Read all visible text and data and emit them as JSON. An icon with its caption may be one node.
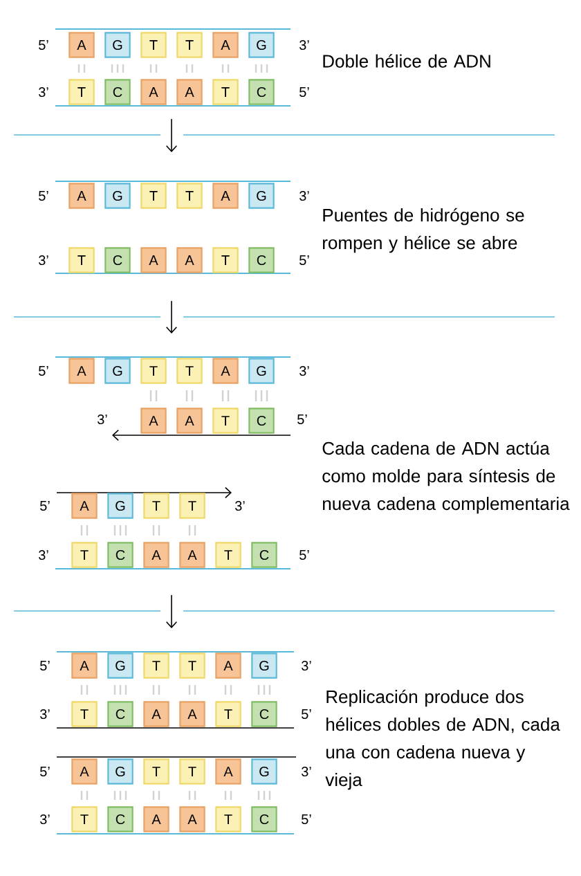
{
  "diagram": {
    "nodes": [
      {
        "text": [
          "A"
        ]
      },
      {
        "text": [
          "G"
        ]
      },
      {
        "text": [
          "T"
        ]
      },
      {
        "text": [
          "T"
        ]
      },
      {
        "text": [
          "A"
        ]
      },
      {
        "text": [
          "G"
        ]
      },
      {
        "text": [
          "T"
        ]
      },
      {
        "text": [
          "C"
        ]
      },
      {
        "text": [
          "A"
        ]
      },
      {
        "text": [
          "A"
        ]
      },
      {
        "text": [
          "T"
        ]
      },
      {
        "text": [
          "C"
        ]
      },
      {
        "text": [
          "A"
        ]
      },
      {
        "text": [
          "G"
        ]
      },
      {
        "text": [
          "T"
        ]
      },
      {
        "text": [
          "T"
        ]
      },
      {
        "text": [
          "A"
        ]
      },
      {
        "text": [
          "G"
        ]
      },
      {
        "text": [
          "T"
        ]
      },
      {
        "text": [
          "C"
        ]
      },
      {
        "text": [
          "A"
        ]
      },
      {
        "text": [
          "A"
        ]
      },
      {
        "text": [
          "T"
        ]
      },
      {
        "text": [
          "C"
        ]
      },
      {
        "text": [
          "A"
        ]
      },
      {
        "text": [
          "G"
        ]
      },
      {
        "text": [
          "T"
        ]
      },
      {
        "text": [
          "T"
        ]
      },
      {
        "text": [
          "A"
        ]
      },
      {
        "text": [
          "G"
        ]
      },
      {
        "text": [
          "A"
        ]
      },
      {
        "text": [
          "A"
        ]
      },
      {
        "text": [
          "T"
        ]
      },
      {
        "text": [
          "C"
        ]
      },
      {
        "text": [
          "A"
        ]
      },
      {
        "text": [
          "G"
        ]
      },
      {
        "text": [
          "T"
        ]
      },
      {
        "text": [
          "T"
        ]
      },
      {
        "text": [
          "T"
        ]
      },
      {
        "text": [
          "C"
        ]
      },
      {
        "text": [
          "A"
        ]
      },
      {
        "text": [
          "A"
        ]
      },
      {
        "text": [
          "T"
        ]
      },
      {
        "text": [
          "C"
        ]
      },
      {
        "text": [
          "A"
        ]
      },
      {
        "text": [
          "G"
        ]
      },
      {
        "text": [
          "T"
        ]
      },
      {
        "text": [
          "T"
        ]
      },
      {
        "text": [
          "A"
        ]
      },
      {
        "text": [
          "G"
        ]
      },
      {
        "text": [
          "T"
        ]
      },
      {
        "text": [
          "C"
        ]
      },
      {
        "text": [
          "A"
        ]
      },
      {
        "text": [
          "A"
        ]
      },
      {
        "text": [
          "T"
        ]
      },
      {
        "text": [
          "C"
        ]
      },
      {
        "text": [
          "A"
        ]
      },
      {
        "text": [
          "G"
        ]
      },
      {
        "text": [
          "T"
        ]
      },
      {
        "text": [
          "T"
        ]
      },
      {
        "text": [
          "A"
        ]
      },
      {
        "text": [
          "G"
        ]
      },
      {
        "text": [
          "T"
        ]
      },
      {
        "text": [
          "C"
        ]
      },
      {
        "text": [
          "A"
        ]
      },
      {
        "text": [
          "A"
        ]
      },
      {
        "text": [
          "T"
        ]
      },
      {
        "text": [
          "C"
        ]
      }
    ],
    "labels": [
      "5’",
      "3’",
      "Doble hélice de ADN",
      "3’",
      "5’",
      "5’",
      "3’",
      "Puentes de hidrógeno se rompen y hélice se abre",
      "3’",
      "5’",
      "5’",
      "3’",
      "3’",
      "5’",
      "Cada cadena de ADN actúa como molde para síntesis de nueva cadena complementaria",
      "5’",
      "3’",
      "3’",
      "5’",
      "5’",
      "3’",
      "Replicación produce dos hélices dobles de ADN, cada una con cadena nueva y vieja",
      "3’",
      "5’",
      "5’",
      "3’",
      "3’",
      "5’"
    ]
  }
}
